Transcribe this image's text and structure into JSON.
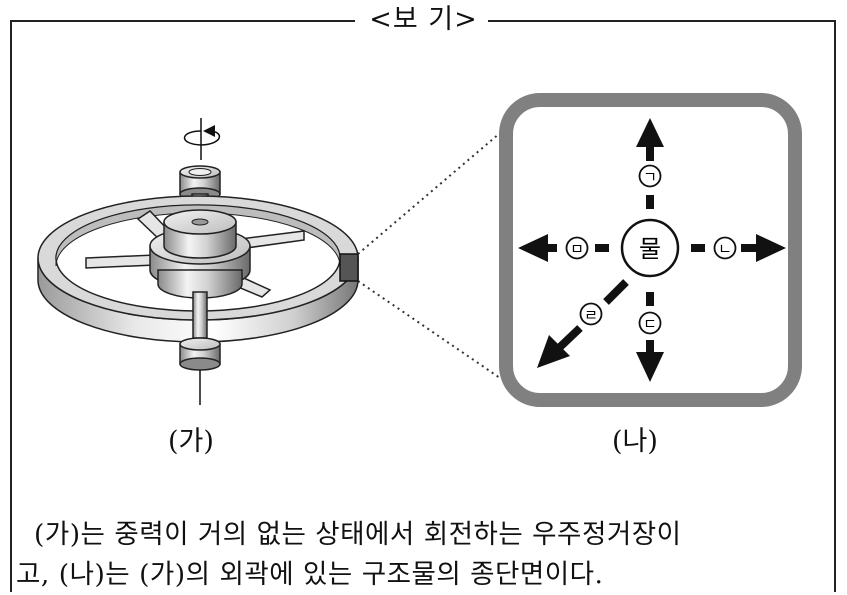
{
  "box_title": "<보 기>",
  "figure_ga": {
    "caption": "(가)"
  },
  "figure_na": {
    "caption": "(나)",
    "center_label": "물",
    "arrows": [
      {
        "id": "giyeok",
        "label": "ㄱ",
        "direction": "up"
      },
      {
        "id": "nieun",
        "label": "ㄴ",
        "direction": "right"
      },
      {
        "id": "digeut",
        "label": "ㄷ",
        "direction": "down"
      },
      {
        "id": "rieul",
        "label": "ㄹ",
        "direction": "down-left"
      },
      {
        "id": "mieum",
        "label": "ㅁ",
        "direction": "left"
      }
    ]
  },
  "description": {
    "line1": "(가)는 중력이 거의 없는 상태에서 회전하는 우주정거장이",
    "line2": "고, (나)는 (가)의 외곽에 있는 구조물의 종단면이다."
  },
  "colors": {
    "frame_border": "#808080",
    "ink": "#111111",
    "metal_light": "#ececec",
    "metal_dark": "#6e6e6e"
  }
}
